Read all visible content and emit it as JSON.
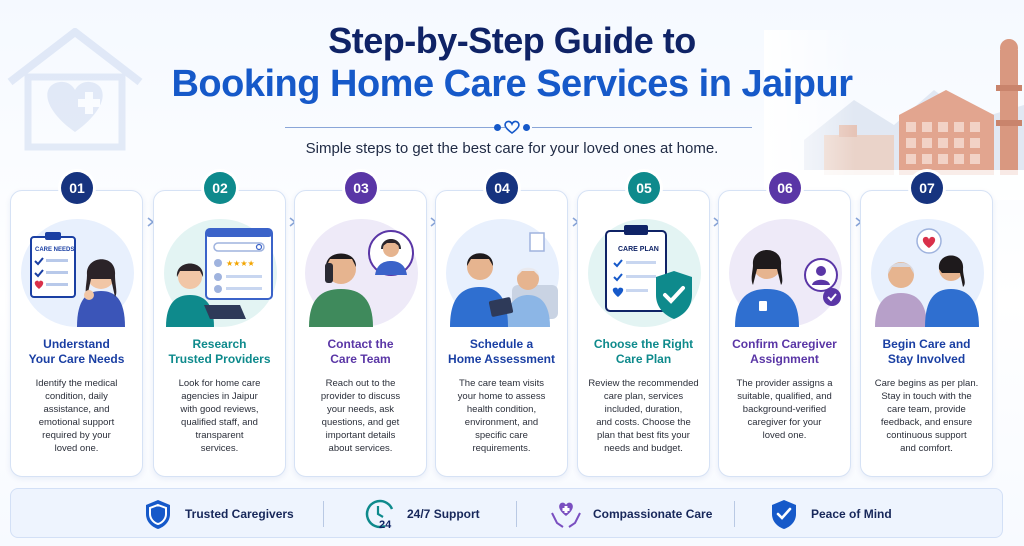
{
  "header": {
    "title_line1": "Step-by-Step Guide to",
    "title_line2": "Booking Home Care Services in Jaipur",
    "subtitle": "Simple steps to get the best care for your loved ones  at home."
  },
  "colors": {
    "navy": "#0f2366",
    "blue": "#1659c9",
    "teal": "#0e8a8c",
    "purple": "#5a36a6"
  },
  "steps": [
    {
      "num": "01",
      "title_a": "Understand",
      "title_b": "Your Care Needs",
      "color": "#1a3fa3",
      "badge": "#16337f",
      "text": [
        "Identify the medical",
        "condition, daily",
        "assistance, and",
        "emotional support",
        "required by your",
        "loved one."
      ],
      "illus_label": "CARE NEEDS"
    },
    {
      "num": "02",
      "title_a": "Research",
      "title_b": "Trusted Providers",
      "color": "#0e8a8c",
      "badge": "#0e8a8c",
      "text": [
        "Look for home care",
        "agencies in Jaipur",
        "with good reviews,",
        "qualified staff, and",
        "transparent",
        "services."
      ],
      "illus_label": ""
    },
    {
      "num": "03",
      "title_a": "Contact the",
      "title_b": "Care Team",
      "color": "#5a36a6",
      "badge": "#5a36a6",
      "text": [
        "Reach out to the",
        "provider to discuss",
        "your needs, ask",
        "questions, and get",
        "important details",
        "about services."
      ],
      "illus_label": ""
    },
    {
      "num": "04",
      "title_a": "Schedule a",
      "title_b": "Home Assessment",
      "color": "#1a3fa3",
      "badge": "#16337f",
      "text": [
        "The care team visits",
        "your home to assess",
        "health condition,",
        "environment, and",
        "specific care",
        "requirements."
      ],
      "illus_label": ""
    },
    {
      "num": "05",
      "title_a": "Choose the Right",
      "title_b": "Care Plan",
      "color": "#0e8a8c",
      "badge": "#0e8a8c",
      "text": [
        "Review the recommended",
        "care plan, services",
        "included, duration,",
        "and costs. Choose the",
        "plan that best fits your",
        "needs and budget."
      ],
      "illus_label": "CARE PLAN"
    },
    {
      "num": "06",
      "title_a": "Confirm Caregiver",
      "title_b": "Assignment",
      "color": "#5a36a6",
      "badge": "#5a36a6",
      "text": [
        "The provider assigns a",
        "suitable, qualified, and",
        "background-verified",
        "caregiver for your",
        "loved one."
      ],
      "illus_label": ""
    },
    {
      "num": "07",
      "title_a": "Begin Care and",
      "title_b": "Stay Involved",
      "color": "#1a3fa3",
      "badge": "#16337f",
      "text": [
        "Care begins as per plan.",
        "Stay in touch with the",
        "care team, provide",
        "feedback, and ensure",
        "continuous support",
        "and comfort."
      ],
      "illus_label": ""
    }
  ],
  "features": [
    {
      "label": "Trusted Caregivers",
      "icon": "shield-icon"
    },
    {
      "label": "24/7 Support",
      "icon": "clock-24-icon",
      "icon_text": "24"
    },
    {
      "label": "Compassionate Care",
      "icon": "hands-heart-icon"
    },
    {
      "label": "Peace of Mind",
      "icon": "shield-check-icon"
    }
  ]
}
